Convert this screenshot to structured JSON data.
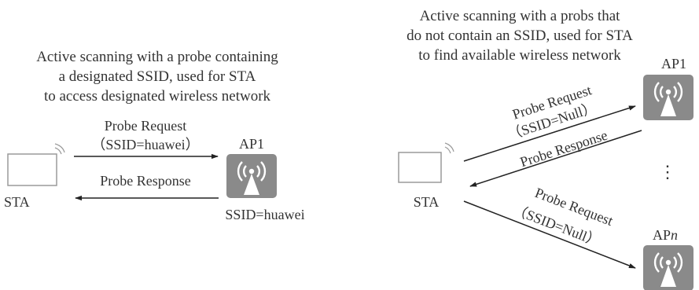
{
  "left_panel": {
    "caption": {
      "line1": "Active scanning with a probe containing",
      "line2": "a designated SSID, used for STA",
      "line3": "to access designated wireless network"
    },
    "sta_label": "STA",
    "ap_label": "AP1",
    "ssid_label": "SSID=huawei",
    "request_label": "Probe Request",
    "request_param": "（SSID=huawei）",
    "response_label": "Probe Response"
  },
  "right_panel": {
    "caption": {
      "line1": "Active scanning with a  probs that",
      "line2": "do not contain an SSID, used for STA",
      "line3": "to find available wireless network"
    },
    "sta_label": "STA",
    "ap1_label": "AP1",
    "apn_label_prefix": "AP",
    "apn_label_n": "n",
    "ellipsis": "⋮",
    "request1_label": "Probe Request",
    "request1_param": "（SSID=Null）",
    "response_label": "Probe Response",
    "request2_label": "Probe Request",
    "request2_param": "（SSID=Null）"
  },
  "colors": {
    "ap_fill": "#8a8a8a",
    "line": "#222222",
    "device_outline": "#9a9a9a",
    "text": "#333333"
  },
  "icons": {
    "station": "laptop-screen-icon",
    "access_point": "wireless-antenna-icon"
  }
}
